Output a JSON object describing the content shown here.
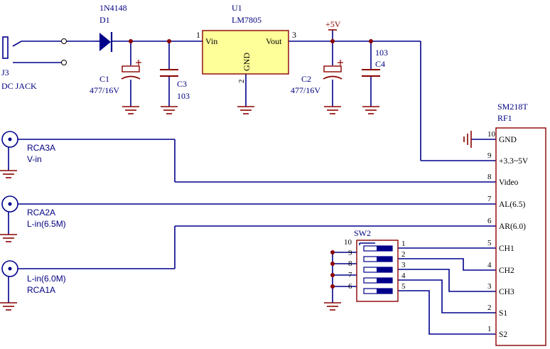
{
  "colors": {
    "wire": "#00008b",
    "part": "#8b0000",
    "label": "#000080",
    "ic_fill": "#ffff99",
    "ic_stroke": "#8b0000",
    "junction": "#8b0000",
    "pin_text": "#000000"
  },
  "jack": {
    "ref": "J3",
    "name": "DC JACK"
  },
  "diode": {
    "value": "1N4148",
    "ref": "D1"
  },
  "regulator": {
    "ref": "U1",
    "value": "LM7805",
    "pin_in": "Vin",
    "pin_out": "Vout",
    "pin_gnd": "GND",
    "pin1": "1",
    "pin2": "2",
    "pin3": "3"
  },
  "c1": {
    "ref": "C1",
    "value": "477/16V"
  },
  "c3": {
    "ref": "C3",
    "value": "103"
  },
  "c2": {
    "ref": "C2",
    "value": "477/16V"
  },
  "c4": {
    "ref": "C4",
    "value": "103"
  },
  "supply": {
    "label": "+5V"
  },
  "rf_module": {
    "value": "SM218T",
    "ref": "RF1",
    "pins": [
      {
        "num": "10",
        "name": "GND"
      },
      {
        "num": "9",
        "name": "+3.3~5V"
      },
      {
        "num": "8",
        "name": "Video"
      },
      {
        "num": "7",
        "name": "AL(6.5)"
      },
      {
        "num": "6",
        "name": "AR(6.0)"
      },
      {
        "num": "5",
        "name": "CH1"
      },
      {
        "num": "4",
        "name": "CH2"
      },
      {
        "num": "3",
        "name": "CH3"
      },
      {
        "num": "2",
        "name": "S1"
      },
      {
        "num": "1",
        "name": "S2"
      }
    ]
  },
  "rca3": {
    "ref": "RCA3A",
    "name": "V-in"
  },
  "rca2": {
    "ref": "RCA2A",
    "name": "L-in(6.5M)"
  },
  "rca1": {
    "ref": "RCA1A",
    "name": "L-in(6.0M)"
  },
  "sw2": {
    "ref": "SW2",
    "left_pins": [
      "10",
      "9",
      "8",
      "7",
      "6"
    ],
    "right_pins": [
      "1",
      "2",
      "3",
      "4",
      "5"
    ]
  }
}
